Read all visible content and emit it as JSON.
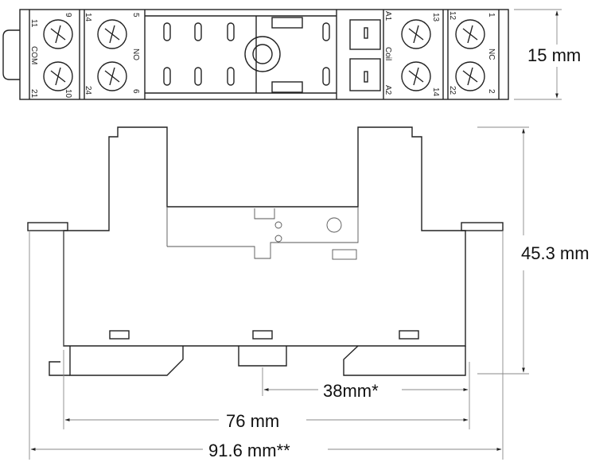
{
  "top_view": {
    "com_block": {
      "label": "COM",
      "terminals": [
        "11",
        "9",
        "21",
        "10"
      ]
    },
    "no_block": {
      "label": "NO",
      "terminals": [
        "14",
        "5",
        "24",
        "6"
      ]
    },
    "coil_block": {
      "label": "Coil",
      "terminals": [
        "A1",
        "13",
        "A2",
        "14"
      ]
    },
    "nc_block": {
      "label": "NC",
      "terminals": [
        "12",
        "1",
        "22",
        "2"
      ]
    },
    "height_dimension": "15 mm"
  },
  "side_view": {
    "height_dimension": "45.3 mm",
    "rail_dimension": "38mm*",
    "body_width_dimension": "76 mm",
    "overall_width_dimension": "91.6 mm**"
  },
  "colors": {
    "line": "#222222",
    "dimension": "#888888"
  }
}
